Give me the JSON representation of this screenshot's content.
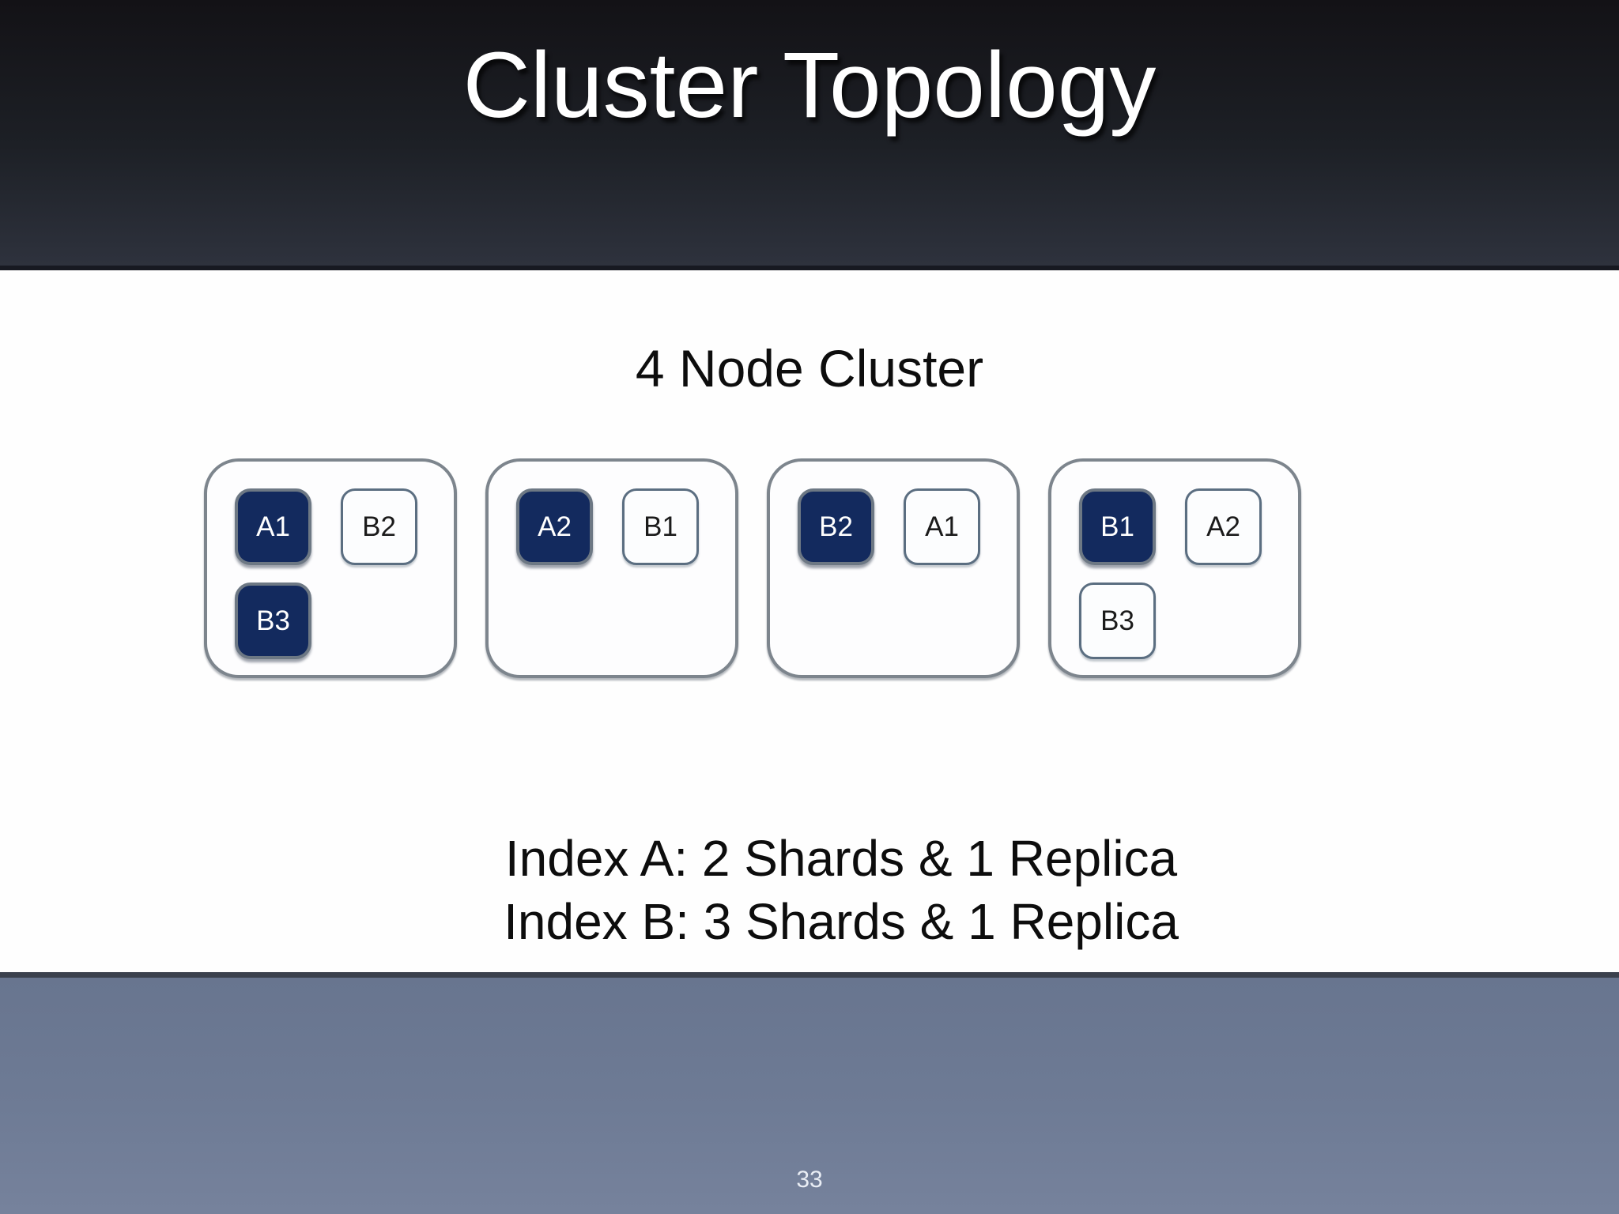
{
  "slide": {
    "title": "Cluster Topology",
    "subtitle": "4 Node Cluster",
    "page_number": "33"
  },
  "cluster": {
    "nodes": [
      {
        "id": "node-1",
        "shards": [
          {
            "label": "A1",
            "role": "primary"
          },
          {
            "label": "B2",
            "role": "replica"
          },
          {
            "label": "B3",
            "role": "primary"
          }
        ]
      },
      {
        "id": "node-2",
        "shards": [
          {
            "label": "A2",
            "role": "primary"
          },
          {
            "label": "B1",
            "role": "replica"
          }
        ]
      },
      {
        "id": "node-3",
        "shards": [
          {
            "label": "B2",
            "role": "primary"
          },
          {
            "label": "A1",
            "role": "replica"
          }
        ]
      },
      {
        "id": "node-4",
        "shards": [
          {
            "label": "B1",
            "role": "primary"
          },
          {
            "label": "A2",
            "role": "replica"
          },
          {
            "label": "B3",
            "role": "replica"
          }
        ]
      }
    ]
  },
  "notes": {
    "line1": "Index A: 2 Shards & 1 Replica",
    "line2": "Index B: 3 Shards & 1 Replica"
  },
  "theme": {
    "primary_shard_color": "#132a5e",
    "replica_border": "#5b6e81",
    "node_border": "#7d858d",
    "header_top": "#131216",
    "header_bottom": "#2e323d",
    "footer_color": "#6e7b95"
  }
}
